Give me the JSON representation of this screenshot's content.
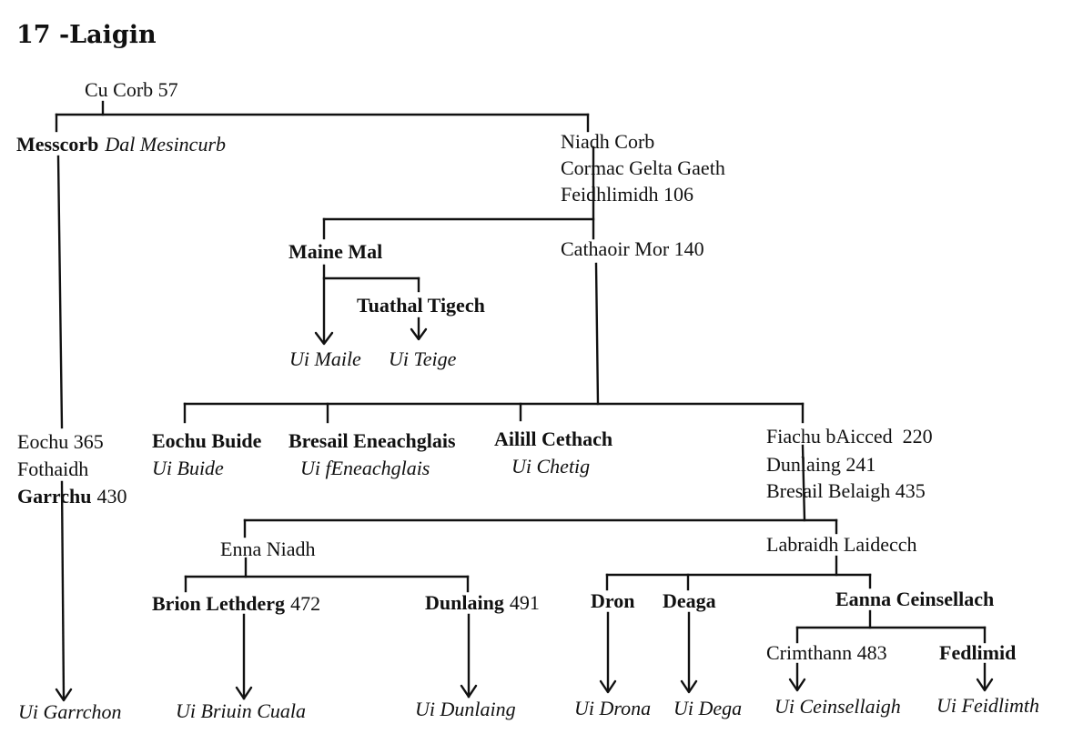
{
  "title": "17 -Laigin",
  "people": {
    "cu_corb": "Cu Corb 57",
    "messcorb": "Messcorb",
    "dal_mesincurb": "Dal Mesincurb",
    "niadh_corb": "Niadh Corb",
    "cormac_gelta_gaeth": "Cormac Gelta Gaeth",
    "feidhlimidh": "Feidhlimidh 106",
    "maine_mal": "Maine Mal",
    "cathaoir_mor": "Cathaoir Mor 140",
    "tuathal_tigech": "Tuathal Tigech",
    "eochu": "Eochu 365",
    "fothaidh": "Fothaidh",
    "garrchu": "Garrchu",
    "garrchu_num": "430",
    "eochu_buide": "Eochu Buide",
    "bresail_eneachglais": "Bresail Eneachglais",
    "ailill_cethach": "Ailill Cethach",
    "fiachu_baicced": "Fiachu bAicced  220",
    "dunlaing_241": "Dunlaing 241",
    "bresail_belaigh": "Bresail Belaigh 435",
    "enna_niadh": "Enna Niadh",
    "labraidh_laidecch": "Labraidh Laidecch",
    "brion_lethderg": "Brion Lethderg",
    "brion_num": "472",
    "dunlaing": "Dunlaing",
    "dunlaing_num": "491",
    "dron": "Dron",
    "deaga": "Deaga",
    "eanna_ceinsellach": "Eanna Ceinsellach",
    "crimthann": "Crimthann 483",
    "fedlimid": "Fedlimid"
  },
  "septs": {
    "ui_maile": "Ui Maile",
    "ui_teige": "Ui Teige",
    "ui_buide": "Ui Buide",
    "ui_feneachglais": "Ui fEneachglais",
    "ui_chetig": "Ui Chetig",
    "ui_garrchon": "Ui Garrchon",
    "ui_briuin_cuala": "Ui Briuin Cuala",
    "ui_dunlaing": "Ui Dunlaing",
    "ui_drona": "Ui Drona",
    "ui_dega": "Ui Dega",
    "ui_ceinsellaigh": "Ui Ceinsellaigh",
    "ui_feidlimth": "Ui Feidlimth"
  }
}
